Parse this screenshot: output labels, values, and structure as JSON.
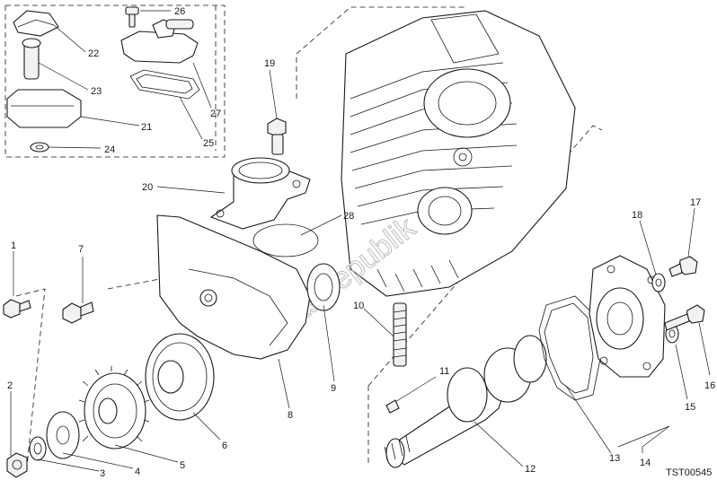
{
  "diagram": {
    "code": "TST00545",
    "watermark": "PartsRepublik",
    "callouts": [
      "1",
      "2",
      "3",
      "4",
      "5",
      "6",
      "7",
      "8",
      "9",
      "10",
      "11",
      "12",
      "13",
      "14",
      "15",
      "16",
      "17",
      "18",
      "19",
      "20",
      "21",
      "22",
      "23",
      "24",
      "25",
      "26",
      "27",
      "28"
    ]
  }
}
